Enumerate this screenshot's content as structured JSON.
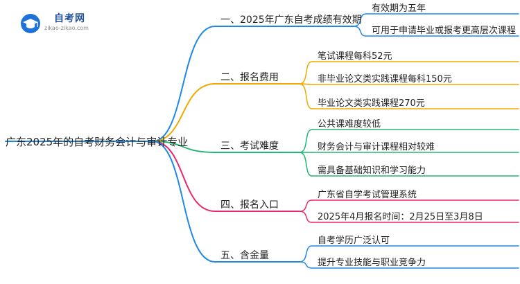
{
  "logo": {
    "title": "自考网",
    "url": "zikao-zikao.com"
  },
  "root": {
    "label": "广东2025年的自考财务会计与审计专业"
  },
  "branches": [
    {
      "label": "一、2025年广东自考成绩有效期",
      "color": "#1f88e5",
      "leaves": [
        "有效期为五年",
        "可用于申请毕业或报考更高层次课程"
      ]
    },
    {
      "label": "二、报名费用",
      "color": "#f0a800",
      "leaves": [
        "笔试课程每科52元",
        "非毕业论文类实践课程每科150元",
        "毕业论文类实践课程270元"
      ]
    },
    {
      "label": "三、考试难度",
      "color": "#22b573",
      "leaves": [
        "公共课难度较低",
        "财务会计与审计课程相对较难",
        "需具备基础知识和学习能力"
      ]
    },
    {
      "label": "四、报名入口",
      "color": "#e8276e",
      "leaves": [
        "广东省自学考试管理系统",
        "2025年4月报名时间：2月25日至3月8日"
      ]
    },
    {
      "label": "五、含金量",
      "color": "#1f88e5",
      "leaves": [
        "自考学历广泛认可",
        "提升专业技能与职业竞争力"
      ]
    }
  ]
}
